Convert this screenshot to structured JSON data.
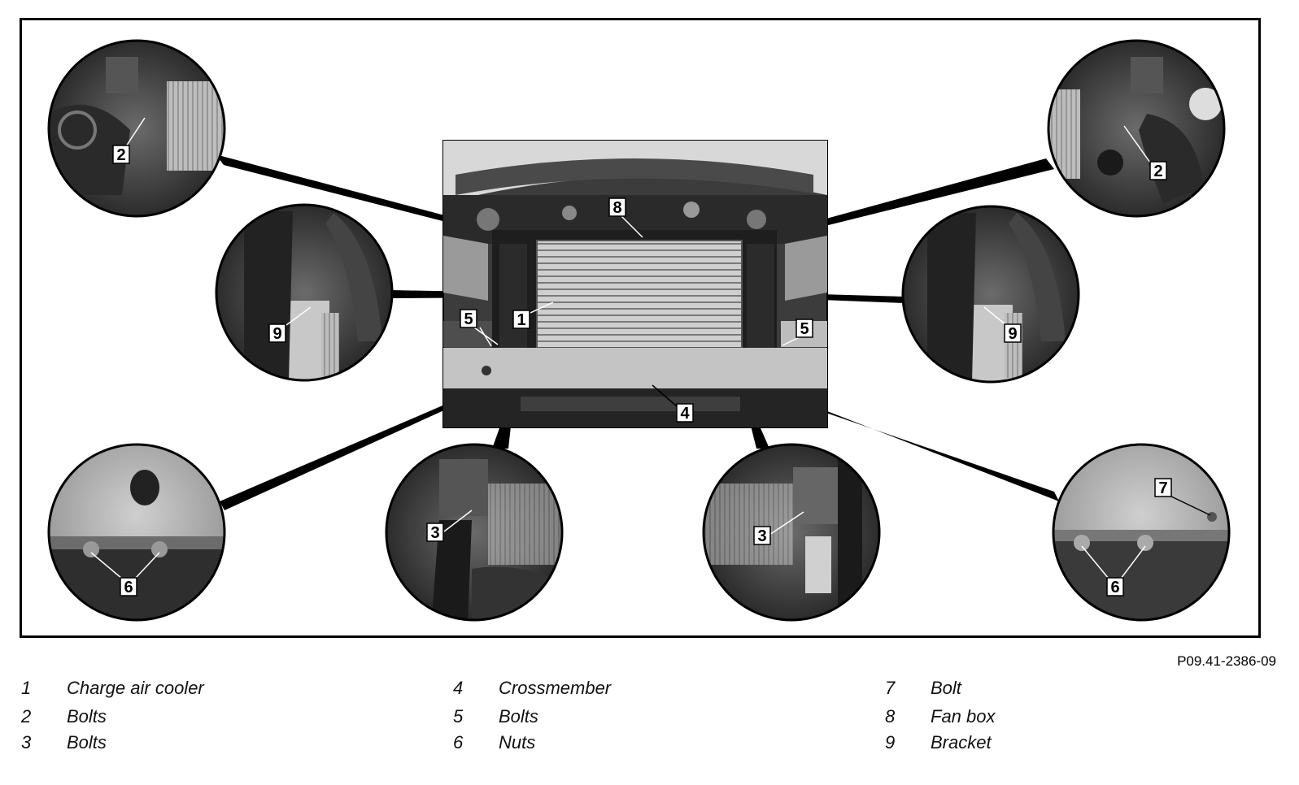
{
  "figure": {
    "code": "P09.41-2386-09",
    "callouts": [
      "1",
      "2",
      "3",
      "4",
      "5",
      "6",
      "7",
      "8",
      "9"
    ]
  },
  "legend": [
    {
      "num": "1",
      "text": "Charge air cooler"
    },
    {
      "num": "2",
      "text": "Bolts"
    },
    {
      "num": "3",
      "text": "Bolts"
    },
    {
      "num": "4",
      "text": "Crossmember"
    },
    {
      "num": "5",
      "text": "Bolts"
    },
    {
      "num": "6",
      "text": "Nuts"
    },
    {
      "num": "7",
      "text": "Bolt"
    },
    {
      "num": "8",
      "text": "Fan box"
    },
    {
      "num": "9",
      "text": "Bracket"
    }
  ]
}
